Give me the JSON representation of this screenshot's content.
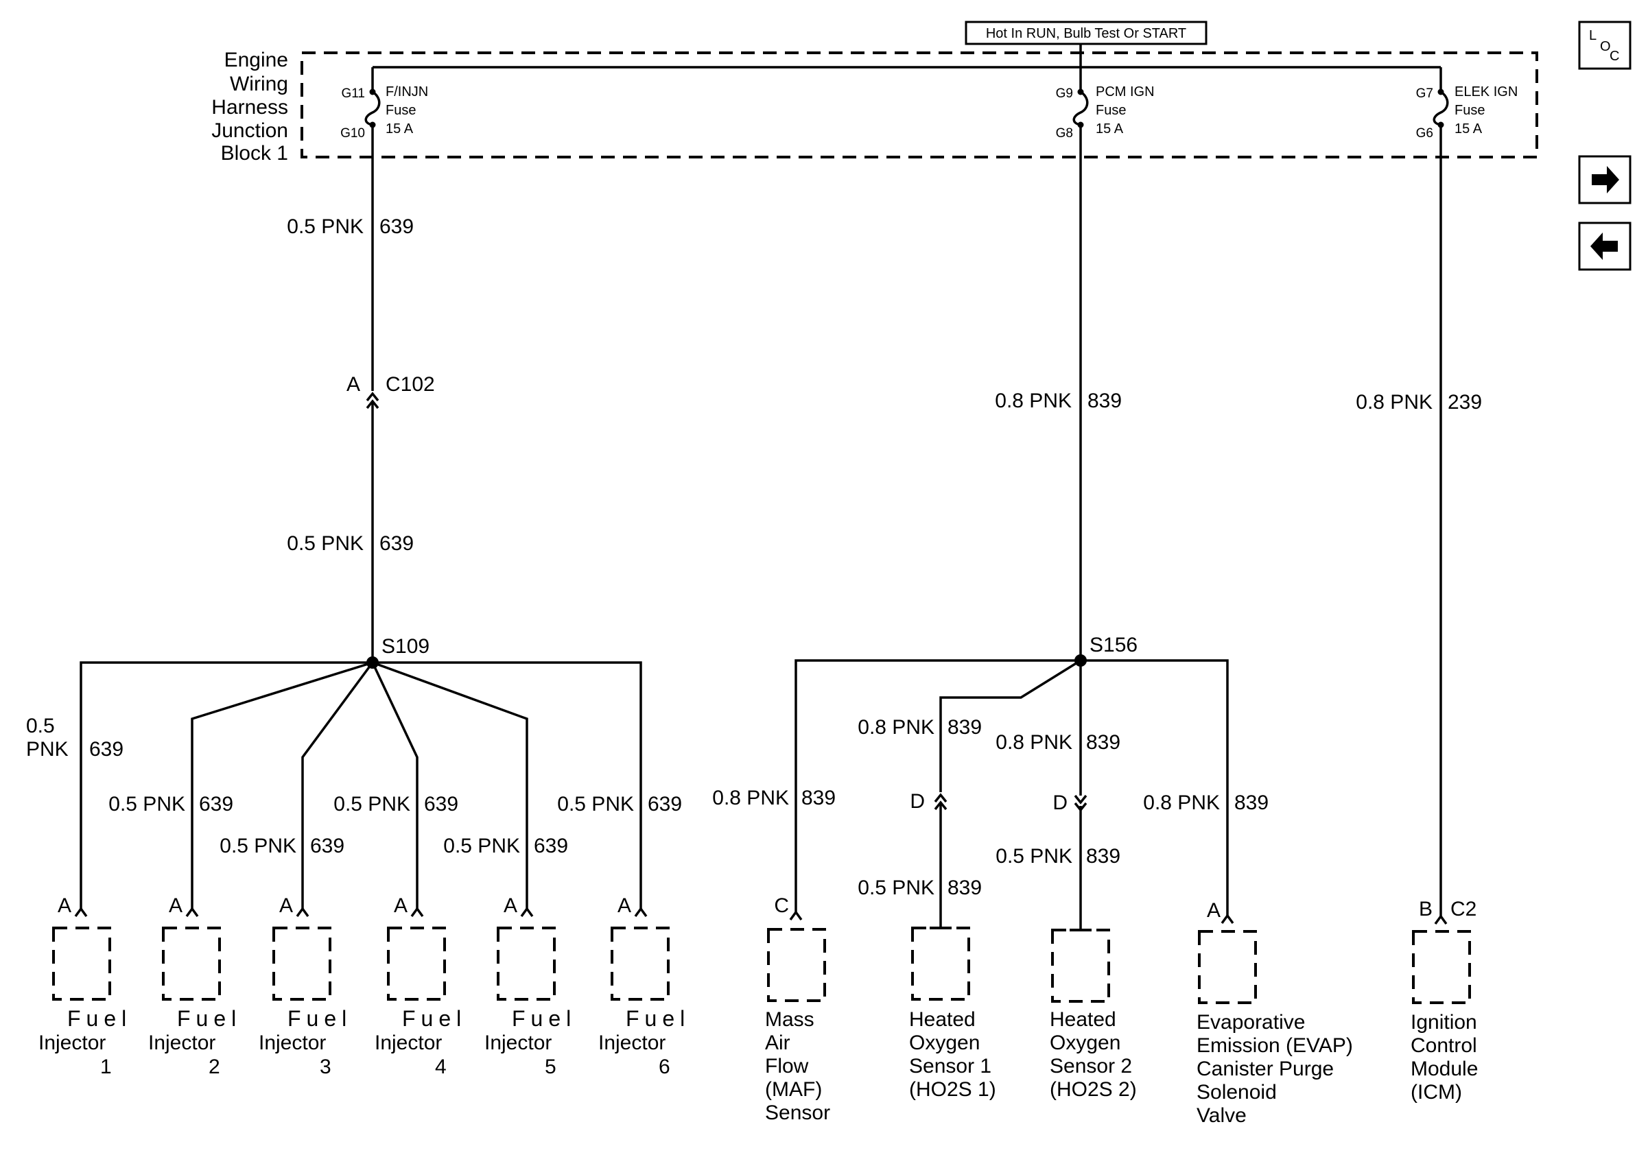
{
  "banner": "Hot In RUN, Bulb Test Or START",
  "junction_block": {
    "lines": [
      "Engine",
      "Wiring",
      "Harness",
      "Junction",
      "Block 1"
    ]
  },
  "fuses": [
    {
      "top_pin": "G11",
      "bottom_pin": "G10",
      "name": "F/INJN",
      "word": "Fuse",
      "rating": "15 A"
    },
    {
      "top_pin": "G9",
      "bottom_pin": "G8",
      "name": "PCM IGN",
      "word": "Fuse",
      "rating": "15 A"
    },
    {
      "top_pin": "G7",
      "bottom_pin": "G6",
      "name": "ELEK IGN",
      "word": "Fuse",
      "rating": "15 A"
    }
  ],
  "nav": {
    "loc_l": "L",
    "loc_o": "O",
    "loc_c": "C",
    "next": "→",
    "prev": "←"
  },
  "connectors": {
    "c102": "C102",
    "c102_pin": "A",
    "c2": "C2"
  },
  "splices": {
    "s109": "S109",
    "s156": "S156"
  },
  "wires": {
    "w639_top": {
      "gauge": "0.5 PNK",
      "circuit": "639"
    },
    "w639_mid": {
      "gauge": "0.5 PNK",
      "circuit": "639"
    },
    "w839_main": {
      "gauge": "0.8 PNK",
      "circuit": "839"
    },
    "w239": {
      "gauge": "0.8 PNK",
      "circuit": "239"
    },
    "inj1": {
      "gauge_l1": "0.5",
      "gauge_l2": "PNK",
      "circuit": "639"
    },
    "inj2": {
      "gauge": "0.5 PNK",
      "circuit": "639"
    },
    "inj3": {
      "gauge": "0.5 PNK",
      "circuit": "639"
    },
    "inj4": {
      "gauge": "0.5 PNK",
      "circuit": "639"
    },
    "inj5": {
      "gauge": "0.5 PNK",
      "circuit": "639"
    },
    "inj6": {
      "gauge": "0.5 PNK",
      "circuit": "639"
    },
    "maf": {
      "gauge": "0.8 PNK",
      "circuit": "839"
    },
    "ho2s1_top": {
      "gauge": "0.8 PNK",
      "circuit": "839"
    },
    "ho2s1_bot": {
      "gauge": "0.5 PNK",
      "circuit": "839"
    },
    "ho2s2_top": {
      "gauge": "0.8 PNK",
      "circuit": "839"
    },
    "ho2s2_bot": {
      "gauge": "0.5 PNK",
      "circuit": "839"
    },
    "evap": {
      "gauge": "0.8 PNK",
      "circuit": "839"
    }
  },
  "components": {
    "injectors": [
      {
        "pin": "A",
        "fuel": "Fuel",
        "injector": "Injector",
        "num": "1"
      },
      {
        "pin": "A",
        "fuel": "Fuel",
        "injector": "Injector",
        "num": "2"
      },
      {
        "pin": "A",
        "fuel": "Fuel",
        "injector": "Injector",
        "num": "3"
      },
      {
        "pin": "A",
        "fuel": "Fuel",
        "injector": "Injector",
        "num": "4"
      },
      {
        "pin": "A",
        "fuel": "Fuel",
        "injector": "Injector",
        "num": "5"
      },
      {
        "pin": "A",
        "fuel": "Fuel",
        "injector": "Injector",
        "num": "6"
      }
    ],
    "maf": {
      "pin": "C",
      "lines": [
        "Mass",
        "Air",
        "Flow",
        "(MAF)",
        "Sensor"
      ]
    },
    "ho2s1": {
      "pin": "D",
      "lines": [
        "Heated",
        "Oxygen",
        "Sensor 1",
        "(HO2S 1)"
      ]
    },
    "ho2s2": {
      "pin": "D",
      "lines": [
        "Heated",
        "Oxygen",
        "Sensor 2",
        "(HO2S 2)"
      ]
    },
    "evap": {
      "pin": "A",
      "lines": [
        "Evaporative",
        "Emission (EVAP)",
        "Canister Purge",
        "Solenoid",
        "Valve"
      ]
    },
    "icm": {
      "pin": "B",
      "lines": [
        "Ignition",
        "Control",
        "Module",
        "(ICM)"
      ]
    }
  }
}
